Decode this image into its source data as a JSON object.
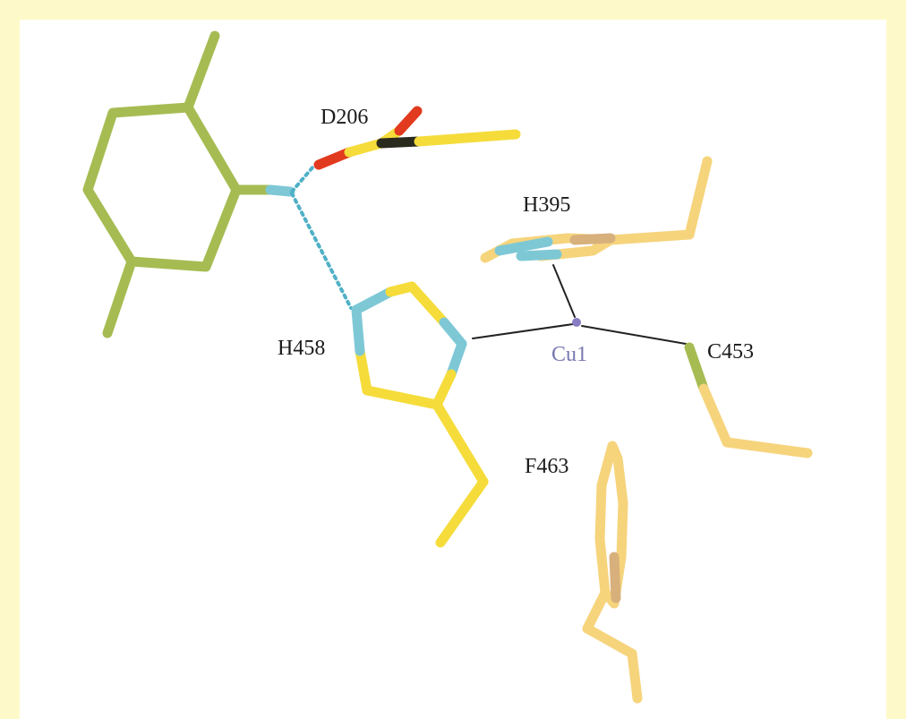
{
  "labels": {
    "d206": "D206",
    "h395": "H395",
    "h458": "H458",
    "cu1": "Cu1",
    "c453": "C453",
    "f463": "F463"
  },
  "colors": {
    "frame": "#fef9c8",
    "background": "#ffffff",
    "ligand": "#a6bc52",
    "carbon_yellow": "#f5dc3a",
    "carbon_orange": "#f6d47c",
    "nitrogen": "#7ec8d6",
    "oxygen": "#e23a1e",
    "copper": "#8a7cc4",
    "coord_bond": "#222222",
    "hbond": "#4fb0c6"
  },
  "icons": [
    "copper-atom-icon"
  ]
}
